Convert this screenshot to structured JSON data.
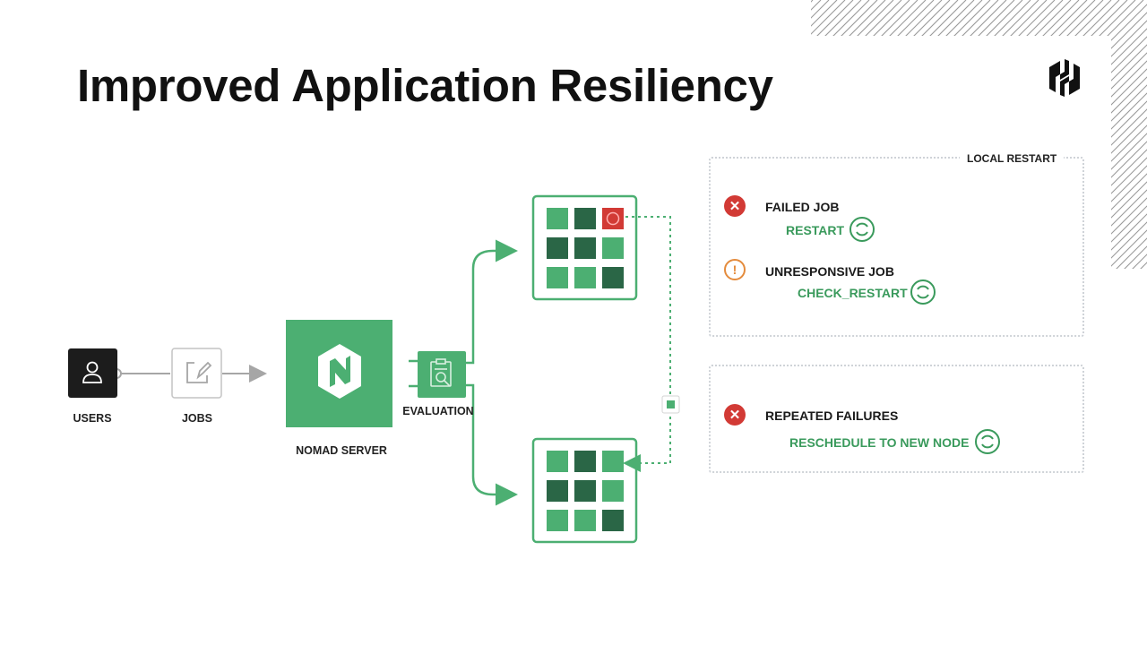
{
  "slide": {
    "title": "Improved Application Resiliency"
  },
  "colors": {
    "accent_green": "#4caf72",
    "dark_green": "#2a6646",
    "mid_green": "#3d8f5c",
    "error_red": "#d23a35",
    "warning_orange": "#e48b3c",
    "users_box": "#1c1c1c"
  },
  "diagram": {
    "nodes": {
      "users": "USERS",
      "jobs": "JOBS",
      "nomad_server": "NOMAD SERVER",
      "evaluation": "EVALUATION"
    },
    "top_client_grid": [
      "mid",
      "dark",
      "failed",
      "dark",
      "dark",
      "mid",
      "mid",
      "mid",
      "dark"
    ],
    "bottom_client_grid": [
      "mid",
      "dark",
      "mid",
      "dark",
      "dark",
      "mid",
      "mid",
      "mid",
      "dark"
    ]
  },
  "local_restart_panel": {
    "title": "LOCAL RESTART",
    "items": [
      {
        "status_icon": "x-circle-icon",
        "event": "FAILED JOB",
        "action": "RESTART",
        "action_icon": "restart-icon"
      },
      {
        "status_icon": "exclamation-circle-icon",
        "event": "UNRESPONSIVE JOB",
        "action": "CHECK_RESTART",
        "action_icon": "restart-icon"
      }
    ]
  },
  "reschedule_panel": {
    "items": [
      {
        "status_icon": "x-circle-icon",
        "event": "REPEATED FAILURES",
        "action": "RESCHEDULE TO NEW NODE",
        "action_icon": "restart-icon"
      }
    ]
  }
}
